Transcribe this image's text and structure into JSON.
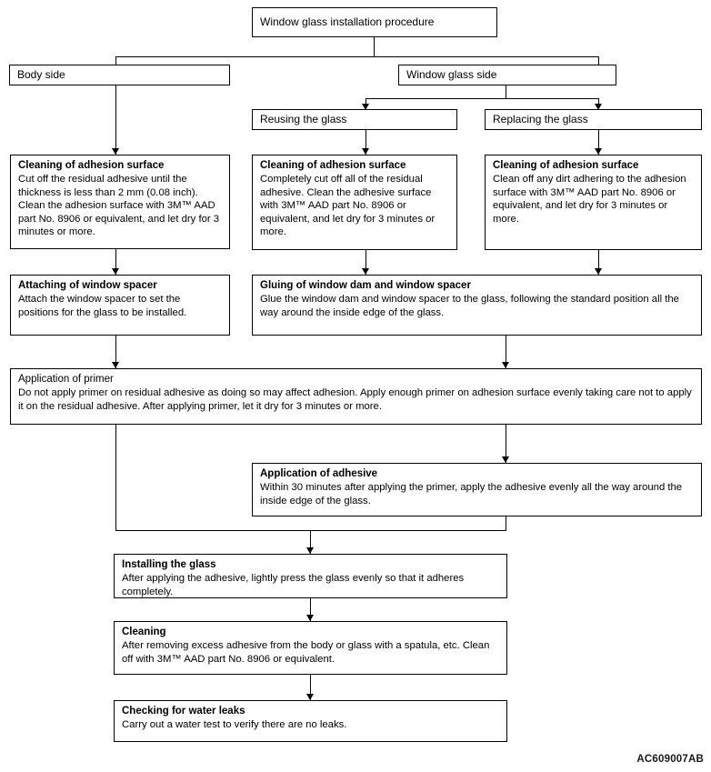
{
  "diagram": {
    "figure_code": "AC609007AB",
    "root": {
      "label": "Window glass installation procedure"
    },
    "branches": {
      "body_side": "Body side",
      "window_glass_side": "Window glass side",
      "reusing": "Reusing the glass",
      "replacing": "Replacing  the glass"
    },
    "steps": [
      {
        "id": "clean-body",
        "title": "Cleaning of adhesion surface",
        "body": "Cut off the residual adhesive until the thickness is less than 2 mm (0.08 inch). Clean the adhesion surface with 3M™ AAD part No. 8906 or equivalent, and let dry for 3 minutes or more."
      },
      {
        "id": "clean-reuse",
        "title": "Cleaning of adhesion surface",
        "body": "Completely cut off all of the residual adhesive. Clean the adhesive surface with 3M™ AAD part No. 8906 or equivalent, and let dry for 3 minutes or more."
      },
      {
        "id": "clean-replace",
        "title": "Cleaning of adhesion surface",
        "body": "Clean off any dirt adhering to the adhesion surface with 3M™ AAD part No. 8906 or equivalent, and let dry for 3 minutes or more."
      },
      {
        "id": "attach-spacer",
        "title": "Attaching of window spacer",
        "body": "Attach the window spacer to set the positions for the glass to be installed."
      },
      {
        "id": "glue-dam",
        "title": "Gluing of window dam and window spacer",
        "body": "Glue the window dam and window spacer to the glass, following the standard position all the way around the inside edge of the glass."
      },
      {
        "id": "primer",
        "title": "Application of primer",
        "body": "Do not apply primer on residual adhesive as doing so may affect adhesion. Apply enough primer on adhesion surface evenly taking care not to apply it on the residual adhesive. After applying primer, let it dry for 3 minutes or more."
      },
      {
        "id": "adhesive",
        "title": "Application of adhesive",
        "body": "Within 30 minutes after applying the primer, apply the adhesive evenly all the way around the inside edge of the glass."
      },
      {
        "id": "install",
        "title": "Installing the glass",
        "body": "After applying the adhesive, lightly  press the glass evenly so that it adheres completely."
      },
      {
        "id": "cleaning",
        "title": "Cleaning",
        "body": "After removing excess adhesive from the body or glass with a spatula, etc. Clean off  with 3M™ AAD part No. 8906 or equivalent."
      },
      {
        "id": "water-leaks",
        "title": "Checking for water  leaks",
        "body": "Carry out a water test to verify there are no leaks."
      }
    ]
  }
}
